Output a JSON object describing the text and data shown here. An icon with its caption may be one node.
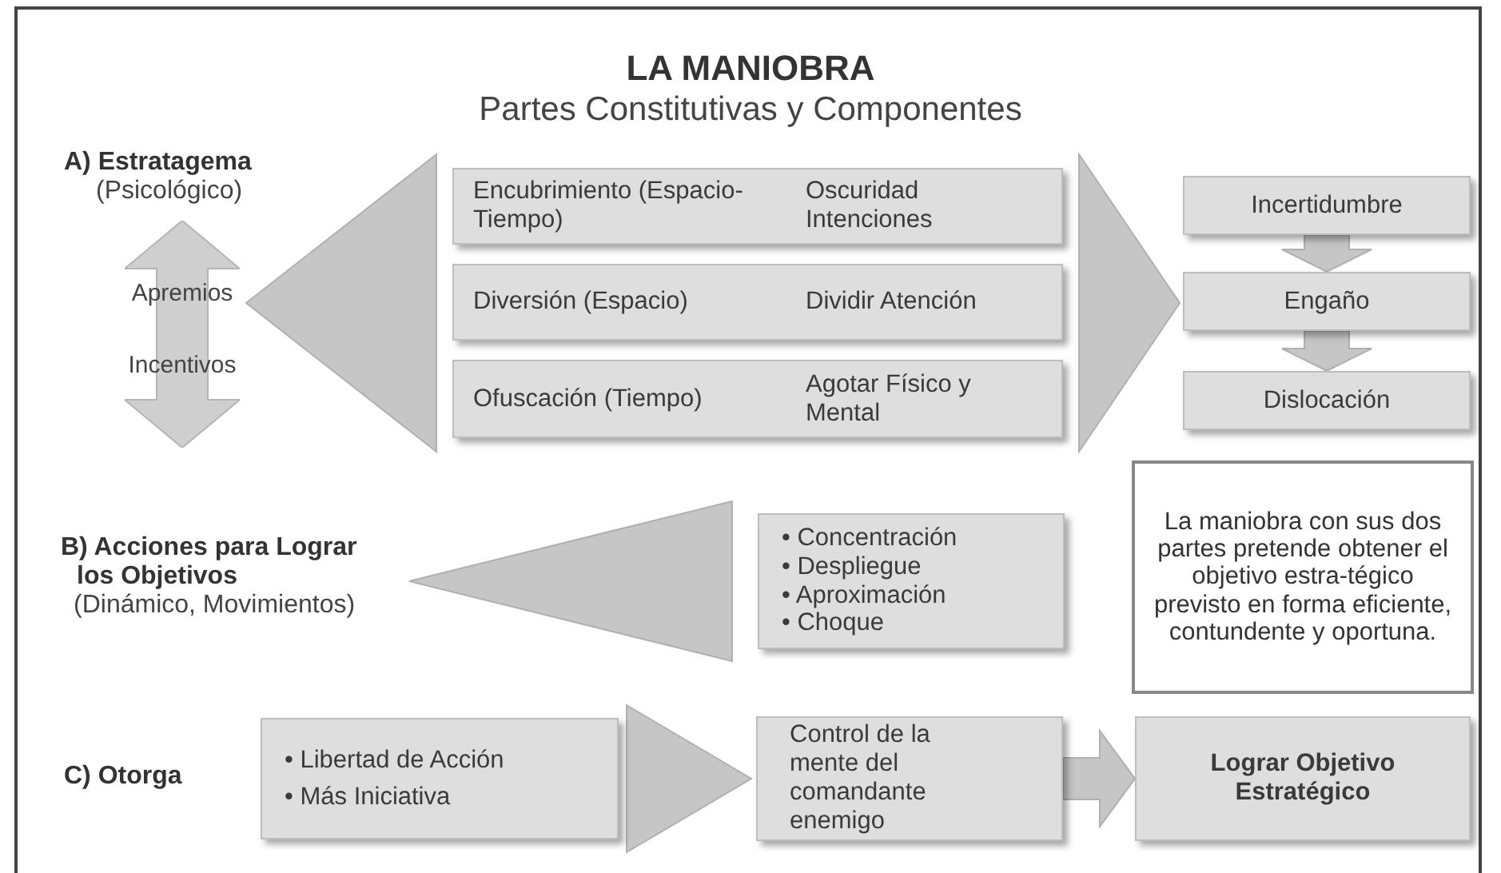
{
  "diagram": {
    "title": "LA MANIOBRA",
    "caption": "Partes Constitutivas y Componentes",
    "nodes": [
      {
        "text": [
          "A) Estratagema",
          "(Psicológico)"
        ]
      },
      {
        "text": [
          "Apremios",
          "Incentivos"
        ]
      },
      {
        "text": [
          "Encubrimiento (Espacio-Tiempo)",
          "Oscuridad Intenciones"
        ]
      },
      {
        "text": [
          "Diversión (Espacio)",
          "Dividir Atención"
        ]
      },
      {
        "text": [
          "Ofuscación (Tiempo)",
          "Agotar Físico y Mental"
        ]
      },
      {
        "text": [
          "Incertidumbre"
        ]
      },
      {
        "text": [
          "Engaño"
        ]
      },
      {
        "text": [
          "Dislocación"
        ]
      },
      {
        "text": [
          "La maniobra con sus dos partes pretende obtener el objetivo estra-tégico previsto en forma eficiente, contundente y oportuna."
        ]
      },
      {
        "text": [
          "B) Acciones para Lograr los Objetivos",
          "(Dinámico, Movimientos)"
        ]
      },
      {
        "text": [
          "• Concentración",
          "• Despliegue",
          "• Aproximación",
          "• Choque"
        ]
      },
      {
        "text": [
          "C) Otorga"
        ]
      },
      {
        "text": [
          "• Libertad de Acción",
          "• Más Iniciativa"
        ]
      },
      {
        "text": [
          "Control de la mente del comandante enemigo"
        ]
      },
      {
        "text": [
          "Lograr Objetivo Estratégico"
        ]
      }
    ],
    "edges": [
      {
        "from": 2,
        "to": 1,
        "arrow": "to"
      },
      {
        "from": 3,
        "to": 1,
        "arrow": "to"
      },
      {
        "from": 4,
        "to": 1,
        "arrow": "to"
      },
      {
        "from": 2,
        "to": 6,
        "arrow": "to"
      },
      {
        "from": 3,
        "to": 6,
        "arrow": "to"
      },
      {
        "from": 4,
        "to": 6,
        "arrow": "to"
      },
      {
        "from": 5,
        "to": 6,
        "arrow": "to"
      },
      {
        "from": 6,
        "to": 7,
        "arrow": "to"
      },
      {
        "from": 10,
        "to": 9,
        "arrow": "to"
      },
      {
        "from": 12,
        "to": 13,
        "arrow": "to"
      },
      {
        "from": 13,
        "to": 14,
        "arrow": "to"
      }
    ]
  }
}
